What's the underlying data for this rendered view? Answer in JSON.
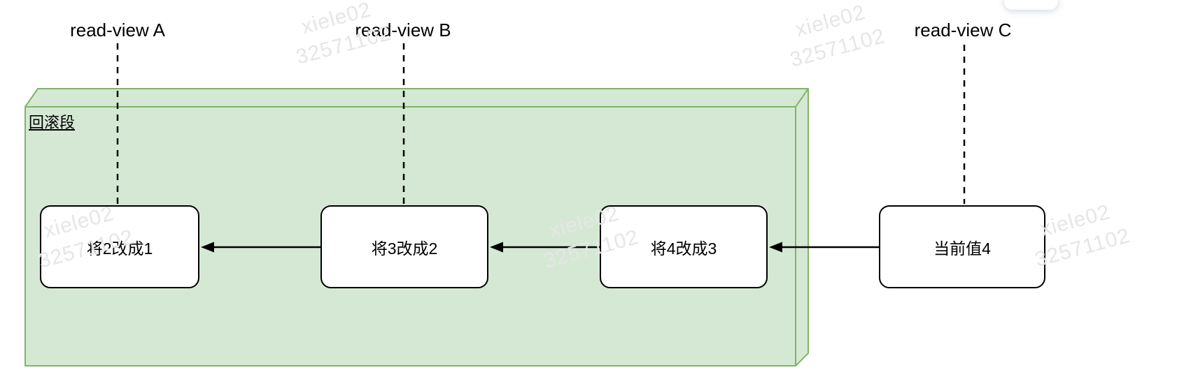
{
  "read_view_labels": [
    {
      "id": "A",
      "label": "read-view A"
    },
    {
      "id": "B",
      "label": "read-view B"
    },
    {
      "id": "C",
      "label": "read-view C"
    }
  ],
  "rollback_segment": {
    "label": "回滚段",
    "fill": "#d5e8d4",
    "stroke": "#82b366"
  },
  "undo_chain": [
    {
      "label": "将2改成1"
    },
    {
      "label": "将3改成2"
    },
    {
      "label": "将4改成3"
    },
    {
      "label": "当前值4"
    }
  ],
  "arrow_color": "#000000",
  "watermark": {
    "line1": "xiele02",
    "line2": "32571102",
    "color": "#e6e6e6"
  }
}
